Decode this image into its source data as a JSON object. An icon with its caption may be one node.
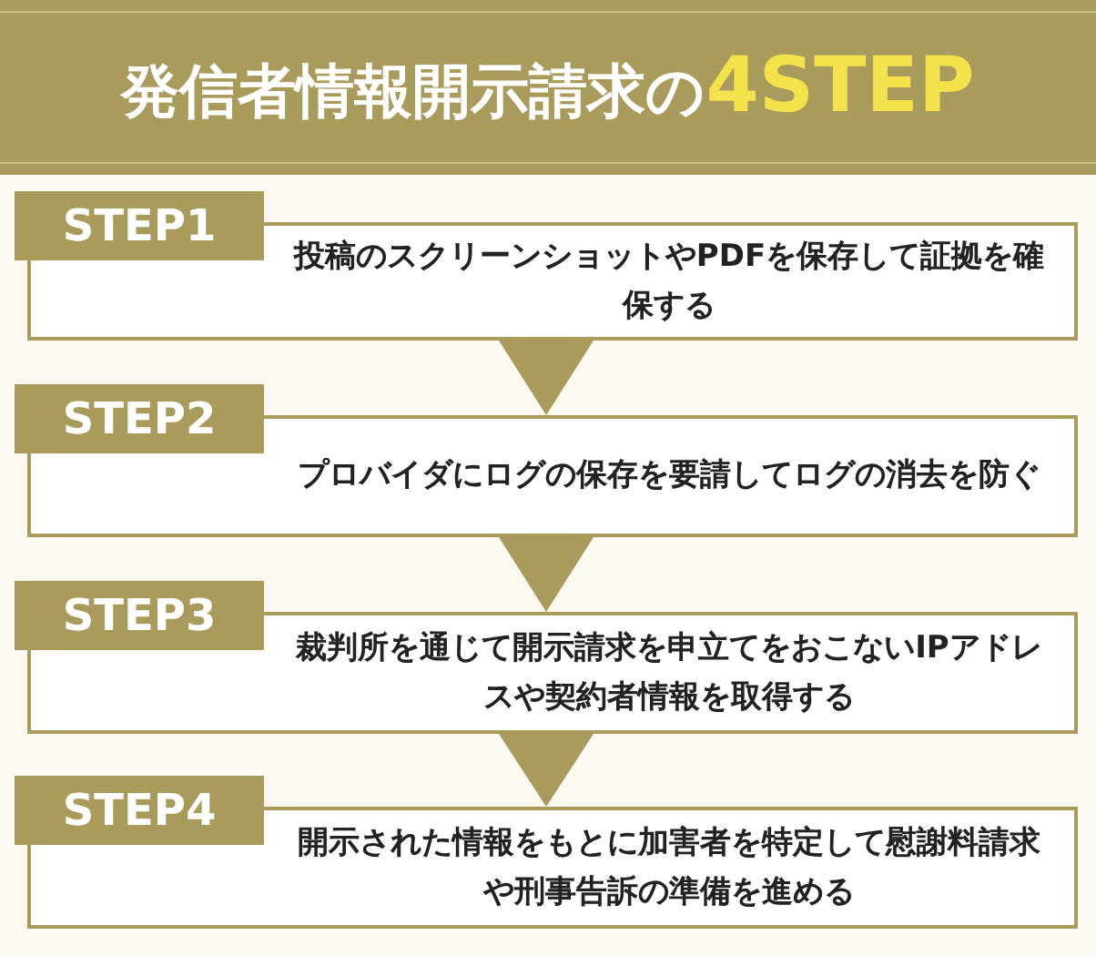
{
  "diagram": {
    "title": "発信者情報開示請求の**4STEP**",
    "nodes": [
      {
        "text": [
          "STEP1",
          "投稿のスクリーンショットやPDFを保存して証拠を確保する"
        ]
      },
      {
        "text": [
          "STEP2",
          "プロバイダにログの保存を要請してログの消去を防ぐ"
        ]
      },
      {
        "text": [
          "STEP3",
          "裁判所を通じて開示請求を申立てをおこないIPアドレスや契約者情報を取得する"
        ]
      },
      {
        "text": [
          "STEP4",
          "開示された情報をもとに加害者を特定して慰謝料請求や刑事告訴の準備を進める"
        ]
      }
    ],
    "edges": [
      {
        "from": 0,
        "to": 1,
        "arrow": "to"
      },
      {
        "from": 1,
        "to": 2,
        "arrow": "to"
      },
      {
        "from": 2,
        "to": 3,
        "arrow": "to"
      }
    ]
  }
}
